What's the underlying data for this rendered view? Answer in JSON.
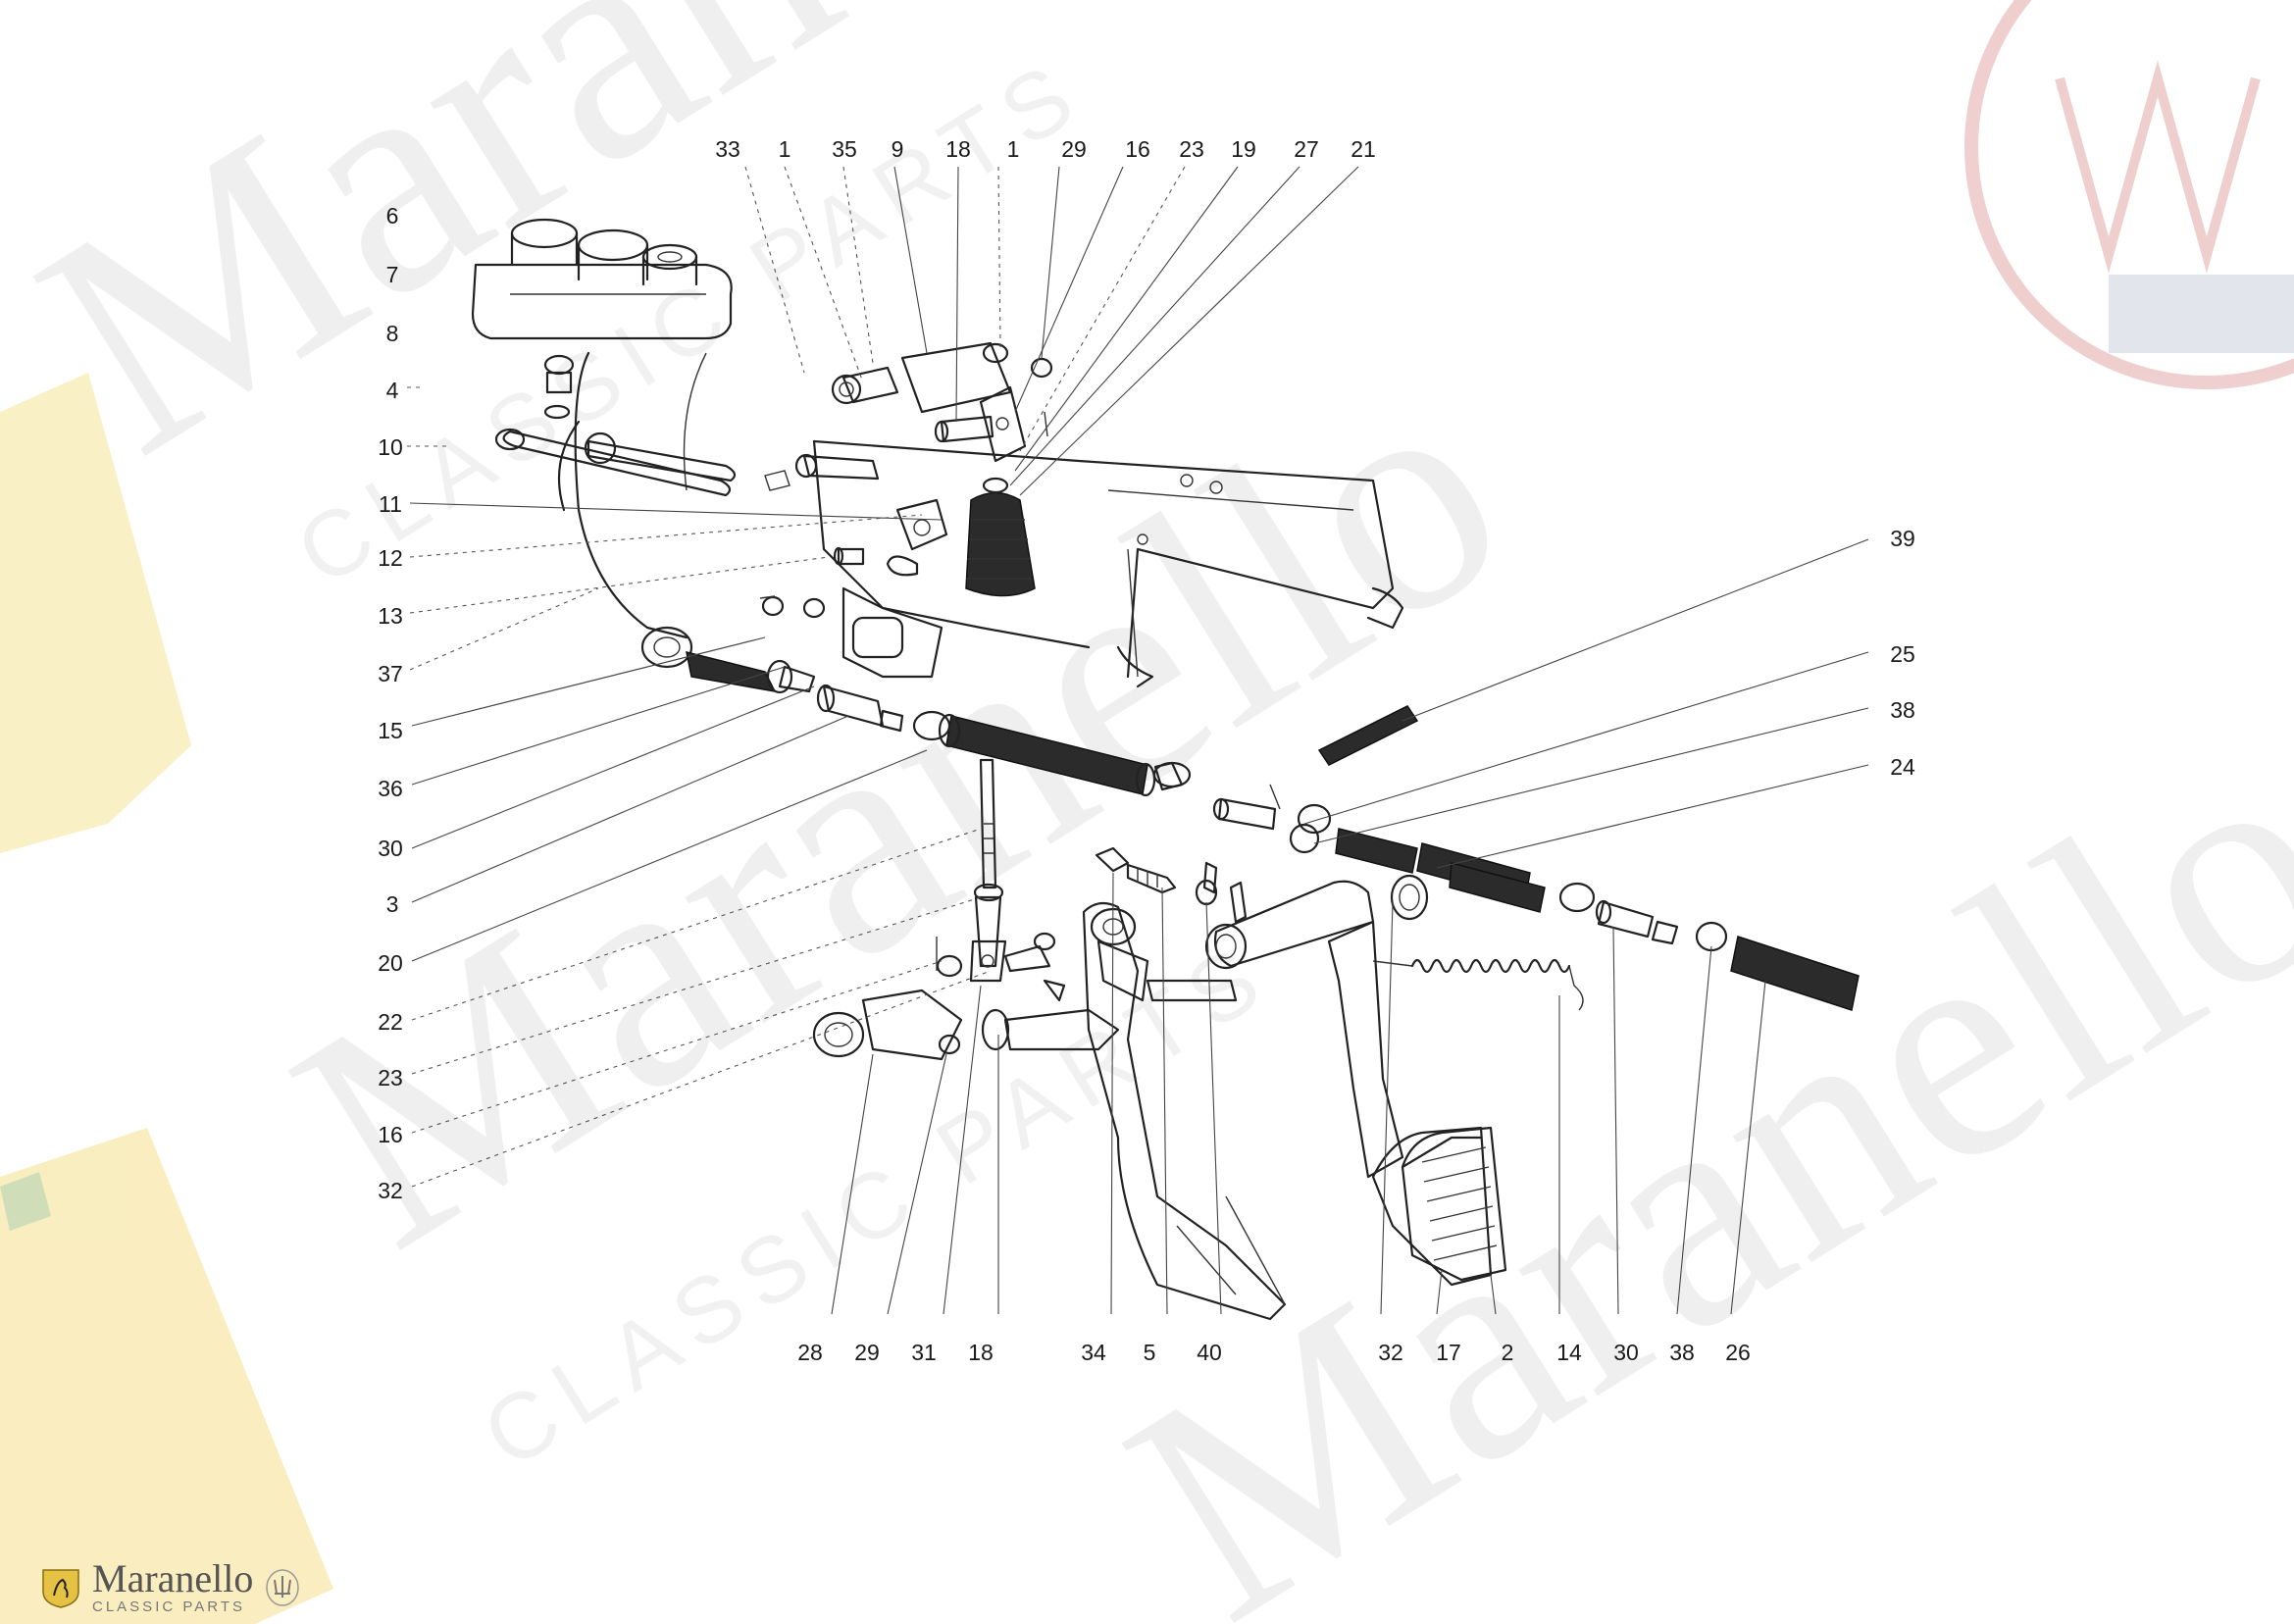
{
  "diagram": {
    "callouts": [
      "33",
      "1",
      "35",
      "9",
      "18",
      "1",
      "29",
      "16",
      "23",
      "19",
      "27",
      "21",
      "6",
      "7",
      "8",
      "4",
      "10",
      "11",
      "12",
      "13",
      "37",
      "15",
      "36",
      "30",
      "3",
      "20",
      "22",
      "23",
      "16",
      "32",
      "39",
      "25",
      "38",
      "24",
      "28",
      "29",
      "31",
      "18",
      "34",
      "5",
      "40",
      "32",
      "17",
      "2",
      "14",
      "30",
      "38",
      "26"
    ]
  },
  "watermark": {
    "brand": "Maranello",
    "tagline": "CLASSIC PARTS"
  },
  "logo": {
    "name": "Maranello",
    "tagline": "CLASSIC PARTS"
  }
}
